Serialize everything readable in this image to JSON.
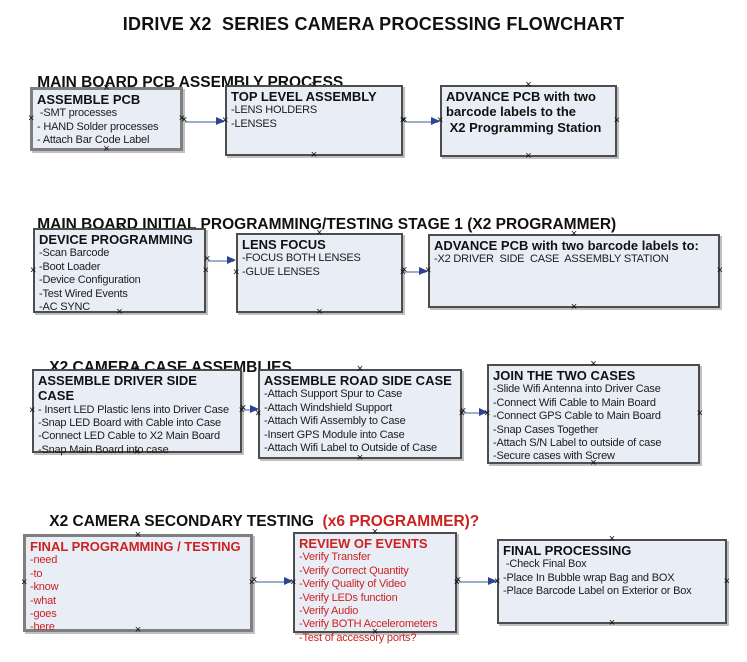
{
  "page_title": "IDRIVE X2  SERIES CAMERA PROCESSING FLOWCHART",
  "colors": {
    "box_fill": "#e9eef6",
    "box_border": "#4d4d4d",
    "red_text": "#cc2222",
    "connector_line": "#9daec9",
    "connector_arrow": "#2e4396"
  },
  "sections": [
    {
      "heading": "MAIN BOARD PCB ASSEMBLY PROCESS",
      "boxes": [
        {
          "title": "ASSEMBLE PCB",
          "items": [
            " -SMT processes",
            "- HAND Solder processes",
            "- Attach Bar Code Label"
          ]
        },
        {
          "title": "TOP LEVEL ASSEMBLY",
          "items": [
            "-LENS HOLDERS",
            "-LENSES"
          ]
        },
        {
          "title": "ADVANCE PCB with two barcode labels to the\n X2 Programming Station",
          "items": []
        }
      ]
    },
    {
      "heading": "MAIN BOARD INITIAL PROGRAMMING/TESTING STAGE 1 (X2 PROGRAMMER)",
      "boxes": [
        {
          "title": "DEVICE PROGRAMMING",
          "items": [
            "-Scan Barcode",
            "-Boot Loader",
            "-Device Configuration",
            "-Test Wired Events",
            "-AC SYNC"
          ]
        },
        {
          "title": "LENS FOCUS",
          "items": [
            "-FOCUS BOTH LENSES",
            "-GLUE LENSES"
          ]
        },
        {
          "title": "ADVANCE PCB with two barcode labels to:",
          "items": [
            "-X2 DRIVER  SIDE  CASE  ASSEMBLY STATION"
          ]
        }
      ]
    },
    {
      "heading": "X2 CAMERA CASE ASSEMBLIES",
      "boxes": [
        {
          "title": "ASSEMBLE DRIVER SIDE CASE",
          "items": [
            "- Insert LED Plastic lens into Driver Case",
            "-Snap LED Board with Cable into Case",
            "-Connect LED Cable to X2 Main Board",
            "-Snap Main Board into case"
          ]
        },
        {
          "title": "ASSEMBLE ROAD SIDE CASE",
          "items": [
            "-Attach Support Spur to Case",
            "-Attach Windshield Support",
            "-Attach Wifi Assembly to Case",
            "-Insert GPS Module into Case",
            "-Attach Wifi Label to Outside of Case"
          ]
        },
        {
          "title": "JOIN THE TWO CASES",
          "items": [
            "-Slide Wifi Antenna into Driver Case",
            "-Connect Wifi Cable to Main Board",
            "-Connect GPS Cable to Main Board",
            "-Snap Cases Together",
            "-Attach S/N Label to outside of case",
            "-Secure cases with Screw"
          ]
        }
      ]
    },
    {
      "heading": "X2 CAMERA SECONDARY TESTING ",
      "heading_suffix": " (x6 PROGRAMMER)?",
      "boxes": [
        {
          "title": "FINAL PROGRAMMING / TESTING",
          "text_color": "red",
          "items": [
            "-need",
            "-to",
            "-know",
            "-what",
            "-goes",
            "-here"
          ]
        },
        {
          "title": "REVIEW OF EVENTS",
          "text_color": "red",
          "items": [
            "-Verify Transfer",
            "-Verify Correct Quantity",
            "-Verify Quality of Video",
            "-Verify LEDs function",
            "-Verify Audio",
            "-Verify BOTH Accelerometers",
            "-Test of accessory ports?"
          ]
        },
        {
          "title": "FINAL PROCESSING",
          "items": [
            " -Check Final Box",
            "-Place In Bubble wrap Bag and BOX",
            "-Place Barcode Label on Exterior or Box"
          ]
        }
      ]
    }
  ]
}
